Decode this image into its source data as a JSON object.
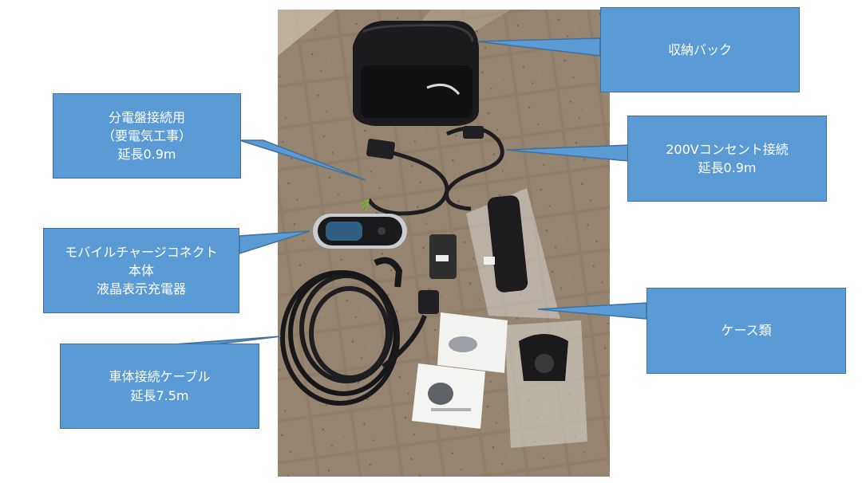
{
  "colors": {
    "callout_fill": "#5b9bd5",
    "callout_border": "#41719c",
    "callout_text": "#ffffff",
    "ground": "#8a7a66"
  },
  "callouts": {
    "bag": {
      "lines": [
        "収納バック"
      ]
    },
    "panel_cable": {
      "lines": [
        "分電盤接続用",
        "（要電気工事）",
        "延長0.9m"
      ]
    },
    "outlet_cable": {
      "lines": [
        "200Vコンセント接続",
        "延長0.9m"
      ]
    },
    "main_unit": {
      "lines": [
        "モバイルチャージコネクト",
        "本体",
        "液晶表示充電器"
      ]
    },
    "cases": {
      "lines": [
        "ケース類"
      ]
    },
    "vehicle_cable": {
      "lines": [
        "車体接続ケーブル",
        "延長7.5m"
      ]
    }
  }
}
